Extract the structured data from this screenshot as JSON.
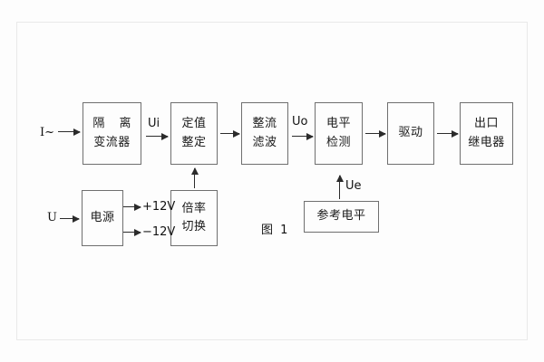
{
  "figure": {
    "caption": "图 1",
    "frame_color": "#e9e9e9",
    "box_border_color": "#6f6f6f",
    "line_color": "#2b2b2b",
    "background": "#fdfdfd"
  },
  "inputs": [
    {
      "id": "current-input",
      "label": "I~"
    },
    {
      "id": "voltage-input",
      "label": "U"
    }
  ],
  "blocks": [
    {
      "id": "isolation-transformer",
      "line1": "隔 离",
      "line2": "变流器"
    },
    {
      "id": "setting-adjust",
      "line1": "定值",
      "line2": "整定"
    },
    {
      "id": "rectify-filter",
      "line1": "整流",
      "line2": "滤波"
    },
    {
      "id": "level-detect",
      "line1": "电平",
      "line2": "检测"
    },
    {
      "id": "drive",
      "line1": "驱动",
      "line2": ""
    },
    {
      "id": "output-relay",
      "line1": "出口",
      "line2": "继电器"
    },
    {
      "id": "power-supply",
      "line1": "电源",
      "line2": ""
    },
    {
      "id": "multiplier-switch",
      "line1": "倍率",
      "line2": "切换"
    },
    {
      "id": "reference-level",
      "line1": "参考电平",
      "line2": ""
    }
  ],
  "signals": [
    {
      "id": "ui",
      "label": "Ui"
    },
    {
      "id": "uo",
      "label": "Uo"
    },
    {
      "id": "ue",
      "label": "Ue"
    }
  ],
  "supply_rails": [
    {
      "id": "rail-pos",
      "label": "+12V"
    },
    {
      "id": "rail-neg",
      "label": "−12V"
    }
  ]
}
